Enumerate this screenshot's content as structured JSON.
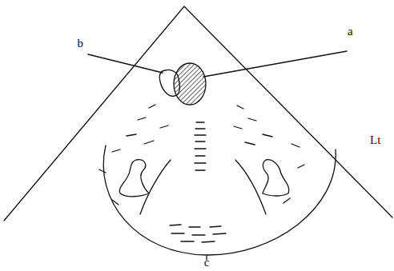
{
  "diagram": {
    "labels": [
      "b",
      "a",
      "Lt",
      "c"
    ]
  }
}
